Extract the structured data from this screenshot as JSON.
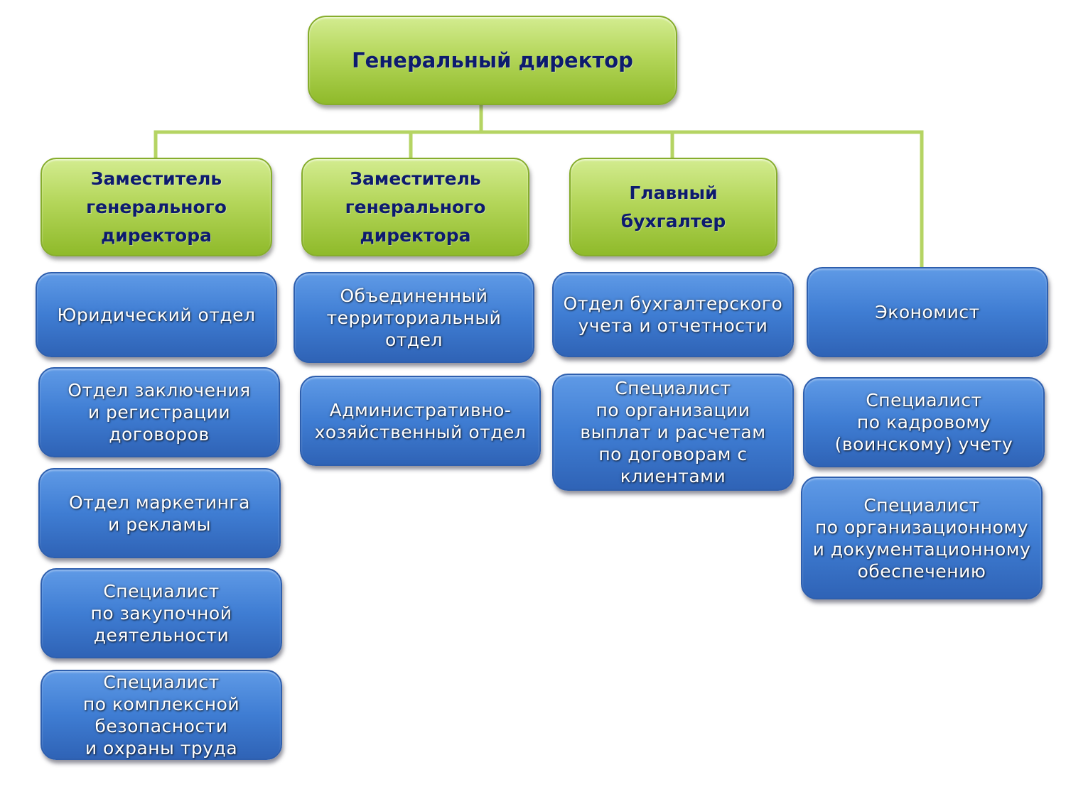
{
  "colors": {
    "management_fill": "#b4d65a",
    "management_text": "#0d1b6e",
    "department_fill": "#3f7dd3",
    "department_text": "#ffffff",
    "connector_line": "#b4d65a"
  },
  "chart": {
    "top": {
      "label": "Генеральный директор"
    },
    "branches": [
      {
        "head": "Заместитель\nгенерального\nдиректора",
        "units": [
          "Юридический отдел",
          "Отдел заключения\nи регистрации\nдоговоров",
          "Отдел маркетинга\nи рекламы",
          "Специалист\nпо закупочной\nдеятельности",
          "Специалист\nпо комплексной\nбезопасности\nи охраны труда"
        ]
      },
      {
        "head": "Заместитель\nгенерального\nдиректора",
        "units": [
          "Объединенный\nтерриториальный\nотдел",
          "Административно-\nхозяйственный отдел"
        ]
      },
      {
        "head": "Главный\nбухгалтер",
        "units": [
          "Отдел бухгалтерского\nучета и отчетности",
          "Специалист\nпо организации\nвыплат и расчетам\nпо договорам с\nклиентами"
        ]
      },
      {
        "head": null,
        "units": [
          "Экономист",
          "Специалист\nпо кадровому\n(воинскому) учету",
          "Специалист\nпо организационному\nи документационному\nобеспечению"
        ]
      }
    ]
  }
}
